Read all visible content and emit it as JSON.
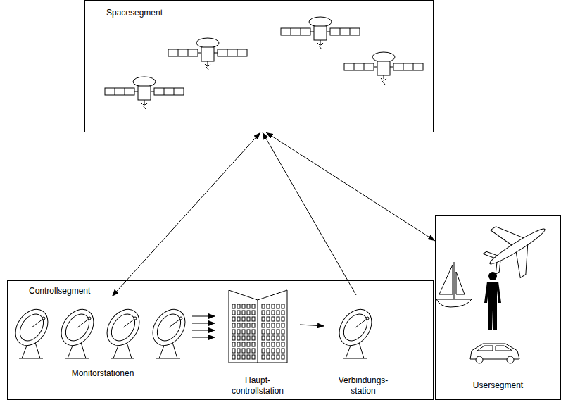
{
  "diagram": {
    "nodes": [
      {
        "text": [
          "Spacesegment"
        ]
      },
      {
        "text": [
          "Controllsegment"
        ]
      },
      {
        "text": [
          "Monitorstationen"
        ],
        "in": 1
      },
      {
        "text": [
          "Haupt- controllstation"
        ],
        "in": 1
      },
      {
        "text": [
          "Verbindungs- station"
        ],
        "in": 1
      },
      {
        "text": [
          "Usersegment"
        ]
      }
    ],
    "edges": [
      {
        "from": 0,
        "to": 2,
        "arrow": "both"
      },
      {
        "from": 4,
        "to": 0,
        "arrow": "to"
      },
      {
        "from": 0,
        "to": 5,
        "arrow": "both"
      },
      {
        "from": 2,
        "to": 3,
        "arrow": "to"
      },
      {
        "from": 3,
        "to": 4,
        "arrow": "to"
      }
    ]
  }
}
